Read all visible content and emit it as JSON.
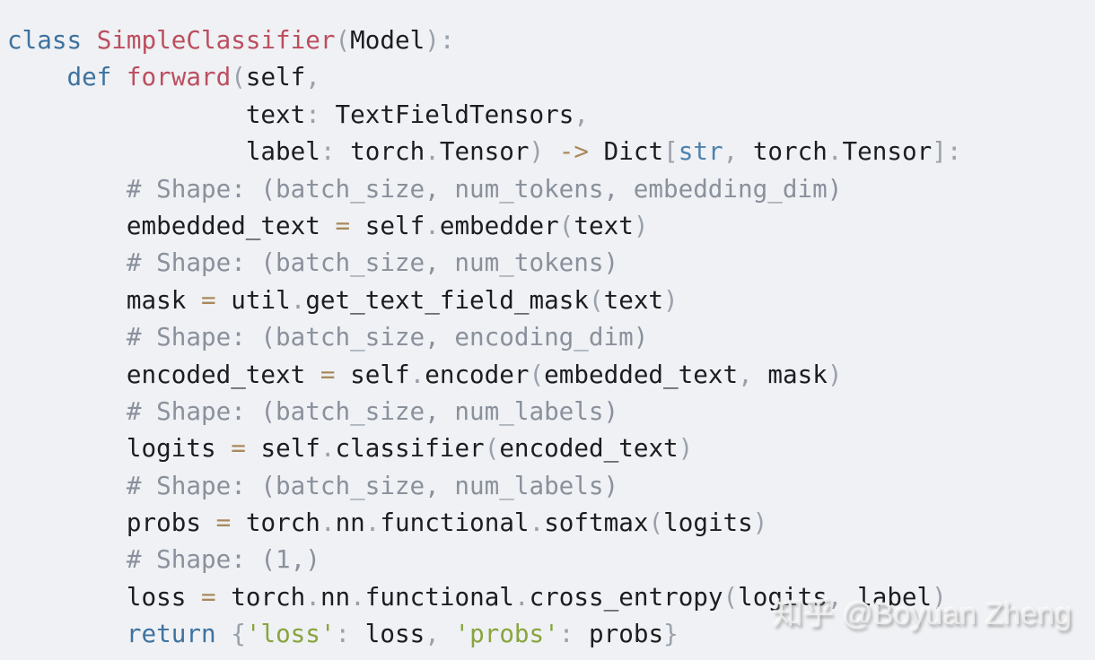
{
  "colors": {
    "background": "#eff1f4",
    "keyword": "#3e729f",
    "name": "#bc4e5f",
    "plain": "#1b1d20",
    "punc": "#9aa1ab",
    "comment": "#8a919c",
    "op": "#a9895b",
    "type": "#4c82ae",
    "string": "#89a43e"
  },
  "watermark": {
    "text": "知乎 @Boyuan Zheng"
  },
  "code": {
    "language": "python",
    "lines": [
      {
        "tokens": [
          [
            "keyword",
            "class"
          ],
          [
            "plain",
            " "
          ],
          [
            "name",
            "SimpleClassifier"
          ],
          [
            "punc",
            "("
          ],
          [
            "plain",
            "Model"
          ],
          [
            "punc",
            "):"
          ]
        ]
      },
      {
        "tokens": [
          [
            "plain",
            "    "
          ],
          [
            "keyword",
            "def"
          ],
          [
            "plain",
            " "
          ],
          [
            "name",
            "forward"
          ],
          [
            "punc",
            "("
          ],
          [
            "plain",
            "self"
          ],
          [
            "punc",
            ","
          ]
        ]
      },
      {
        "tokens": [
          [
            "plain",
            "                "
          ],
          [
            "plain",
            "text"
          ],
          [
            "punc",
            ":"
          ],
          [
            "plain",
            " "
          ],
          [
            "plain",
            "TextFieldTensors"
          ],
          [
            "punc",
            ","
          ]
        ]
      },
      {
        "tokens": [
          [
            "plain",
            "                "
          ],
          [
            "plain",
            "label"
          ],
          [
            "punc",
            ":"
          ],
          [
            "plain",
            " "
          ],
          [
            "plain",
            "torch"
          ],
          [
            "punc",
            "."
          ],
          [
            "plain",
            "Tensor"
          ],
          [
            "punc",
            ")"
          ],
          [
            "plain",
            " "
          ],
          [
            "op",
            "->"
          ],
          [
            "plain",
            " "
          ],
          [
            "plain",
            "Dict"
          ],
          [
            "punc",
            "["
          ],
          [
            "type",
            "str"
          ],
          [
            "punc",
            ","
          ],
          [
            "plain",
            " "
          ],
          [
            "plain",
            "torch"
          ],
          [
            "punc",
            "."
          ],
          [
            "plain",
            "Tensor"
          ],
          [
            "punc",
            "]:"
          ]
        ]
      },
      {
        "tokens": [
          [
            "plain",
            "        "
          ],
          [
            "comment",
            "# Shape: (batch_size, num_tokens, embedding_dim)"
          ]
        ]
      },
      {
        "tokens": [
          [
            "plain",
            "        "
          ],
          [
            "plain",
            "embedded_text"
          ],
          [
            "plain",
            " "
          ],
          [
            "op",
            "="
          ],
          [
            "plain",
            " "
          ],
          [
            "plain",
            "self"
          ],
          [
            "punc",
            "."
          ],
          [
            "plain",
            "embedder"
          ],
          [
            "punc",
            "("
          ],
          [
            "plain",
            "text"
          ],
          [
            "punc",
            ")"
          ]
        ]
      },
      {
        "tokens": [
          [
            "plain",
            "        "
          ],
          [
            "comment",
            "# Shape: (batch_size, num_tokens)"
          ]
        ]
      },
      {
        "tokens": [
          [
            "plain",
            "        "
          ],
          [
            "plain",
            "mask"
          ],
          [
            "plain",
            " "
          ],
          [
            "op",
            "="
          ],
          [
            "plain",
            " "
          ],
          [
            "plain",
            "util"
          ],
          [
            "punc",
            "."
          ],
          [
            "plain",
            "get_text_field_mask"
          ],
          [
            "punc",
            "("
          ],
          [
            "plain",
            "text"
          ],
          [
            "punc",
            ")"
          ]
        ]
      },
      {
        "tokens": [
          [
            "plain",
            "        "
          ],
          [
            "comment",
            "# Shape: (batch_size, encoding_dim)"
          ]
        ]
      },
      {
        "tokens": [
          [
            "plain",
            "        "
          ],
          [
            "plain",
            "encoded_text"
          ],
          [
            "plain",
            " "
          ],
          [
            "op",
            "="
          ],
          [
            "plain",
            " "
          ],
          [
            "plain",
            "self"
          ],
          [
            "punc",
            "."
          ],
          [
            "plain",
            "encoder"
          ],
          [
            "punc",
            "("
          ],
          [
            "plain",
            "embedded_text"
          ],
          [
            "punc",
            ","
          ],
          [
            "plain",
            " "
          ],
          [
            "plain",
            "mask"
          ],
          [
            "punc",
            ")"
          ]
        ]
      },
      {
        "tokens": [
          [
            "plain",
            "        "
          ],
          [
            "comment",
            "# Shape: (batch_size, num_labels)"
          ]
        ]
      },
      {
        "tokens": [
          [
            "plain",
            "        "
          ],
          [
            "plain",
            "logits"
          ],
          [
            "plain",
            " "
          ],
          [
            "op",
            "="
          ],
          [
            "plain",
            " "
          ],
          [
            "plain",
            "self"
          ],
          [
            "punc",
            "."
          ],
          [
            "plain",
            "classifier"
          ],
          [
            "punc",
            "("
          ],
          [
            "plain",
            "encoded_text"
          ],
          [
            "punc",
            ")"
          ]
        ]
      },
      {
        "tokens": [
          [
            "plain",
            "        "
          ],
          [
            "comment",
            "# Shape: (batch_size, num_labels)"
          ]
        ]
      },
      {
        "tokens": [
          [
            "plain",
            "        "
          ],
          [
            "plain",
            "probs"
          ],
          [
            "plain",
            " "
          ],
          [
            "op",
            "="
          ],
          [
            "plain",
            " "
          ],
          [
            "plain",
            "torch"
          ],
          [
            "punc",
            "."
          ],
          [
            "plain",
            "nn"
          ],
          [
            "punc",
            "."
          ],
          [
            "plain",
            "functional"
          ],
          [
            "punc",
            "."
          ],
          [
            "plain",
            "softmax"
          ],
          [
            "punc",
            "("
          ],
          [
            "plain",
            "logits"
          ],
          [
            "punc",
            ")"
          ]
        ]
      },
      {
        "tokens": [
          [
            "plain",
            "        "
          ],
          [
            "comment",
            "# Shape: (1,)"
          ]
        ]
      },
      {
        "tokens": [
          [
            "plain",
            "        "
          ],
          [
            "plain",
            "loss"
          ],
          [
            "plain",
            " "
          ],
          [
            "op",
            "="
          ],
          [
            "plain",
            " "
          ],
          [
            "plain",
            "torch"
          ],
          [
            "punc",
            "."
          ],
          [
            "plain",
            "nn"
          ],
          [
            "punc",
            "."
          ],
          [
            "plain",
            "functional"
          ],
          [
            "punc",
            "."
          ],
          [
            "plain",
            "cross_entropy"
          ],
          [
            "punc",
            "("
          ],
          [
            "plain",
            "logits"
          ],
          [
            "punc",
            ","
          ],
          [
            "plain",
            " "
          ],
          [
            "plain",
            "label"
          ],
          [
            "punc",
            ")"
          ]
        ]
      },
      {
        "tokens": [
          [
            "plain",
            "        "
          ],
          [
            "keyword",
            "return"
          ],
          [
            "plain",
            " "
          ],
          [
            "punc",
            "{"
          ],
          [
            "string",
            "'loss'"
          ],
          [
            "punc",
            ":"
          ],
          [
            "plain",
            " "
          ],
          [
            "plain",
            "loss"
          ],
          [
            "punc",
            ","
          ],
          [
            "plain",
            " "
          ],
          [
            "string",
            "'probs'"
          ],
          [
            "punc",
            ":"
          ],
          [
            "plain",
            " "
          ],
          [
            "plain",
            "probs"
          ],
          [
            "punc",
            "}"
          ]
        ]
      }
    ]
  }
}
